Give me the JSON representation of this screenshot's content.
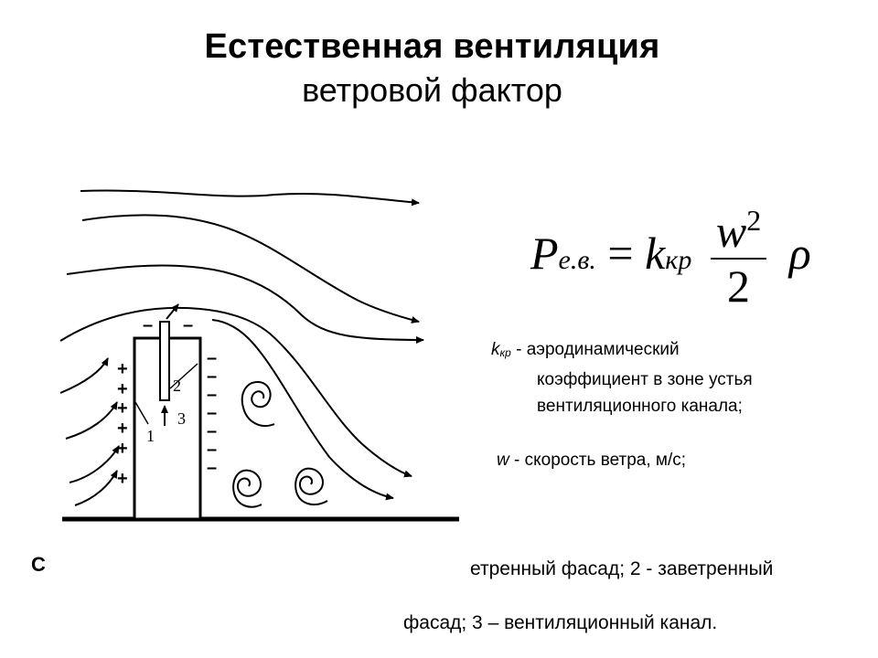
{
  "slide": {
    "title": "Естественная вентиляция",
    "subtitle": "ветровой фактор"
  },
  "formula": {
    "lhs": "P",
    "lhs_sub": "е.в.",
    "equals": "=",
    "k": "k",
    "k_sub": "кр",
    "numerator": "w",
    "power": "2",
    "denominator": "2",
    "rho": "ρ"
  },
  "definitions": {
    "k_symbol": "k",
    "k_sub": "кр",
    "k_text_1": " - аэродинамический",
    "k_text_2": "коэффициент в зоне устья",
    "k_text_3": "вентиляционного канала;",
    "w_symbol": "w",
    "w_text": " - скорость ветра, м/с;"
  },
  "diagram": {
    "labels": {
      "one": "1",
      "two": "2",
      "three": "3"
    },
    "plus_sign": "+",
    "minus_sign": "–"
  },
  "caption": {
    "fragment_start": "С",
    "line1_visible": "етренный фасад;  2 - заветренный",
    "line2": "фасад; 3 – вентиляционный  канал."
  }
}
